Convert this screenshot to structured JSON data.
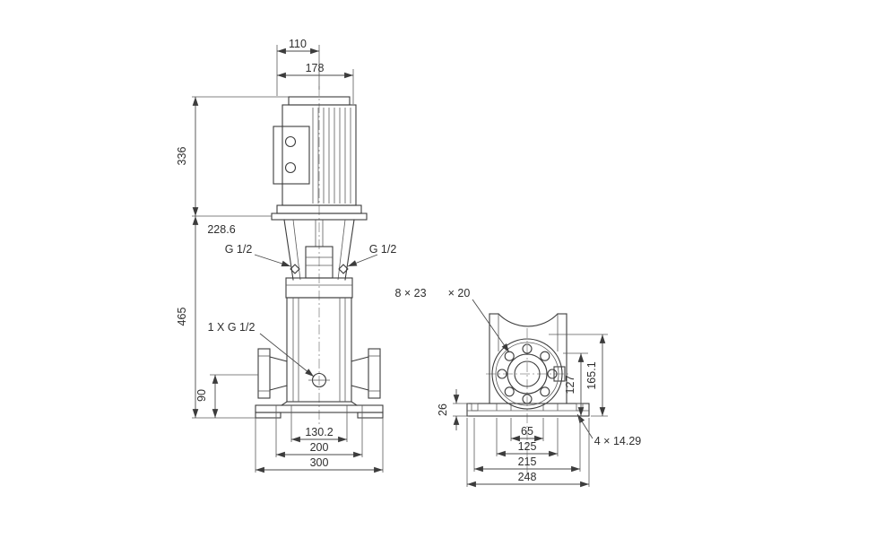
{
  "drawing": {
    "background": "#ffffff",
    "line_color": "#3c3c3c",
    "text_color": "#2e2e2e",
    "front_view": {
      "dim_top_small": "110",
      "dim_top_large": "178",
      "dim_motor_height": "336",
      "dim_pump_height": "465",
      "dim_coupling": "228.6",
      "port_left_label": "G 1/2",
      "port_right_label": "G 1/2",
      "drain_port_label": "1 X G 1/2",
      "dim_port_height": "90",
      "dim_flange_spacing": "130.2",
      "dim_base_holes": "200",
      "dim_base_width": "300"
    },
    "side_view": {
      "flange_bolt_label": "8 × 23",
      "flange_bolt_depth": "× 20",
      "dim_base_height": "26",
      "dim_center_height": "127",
      "dim_total_height": "165.1",
      "dim_hole_spacing_inner": "65",
      "dim_hole_spacing_outer": "125",
      "dim_base_inner_width": "215",
      "dim_base_width": "248",
      "base_hole_label": "4 × 14.29"
    }
  }
}
